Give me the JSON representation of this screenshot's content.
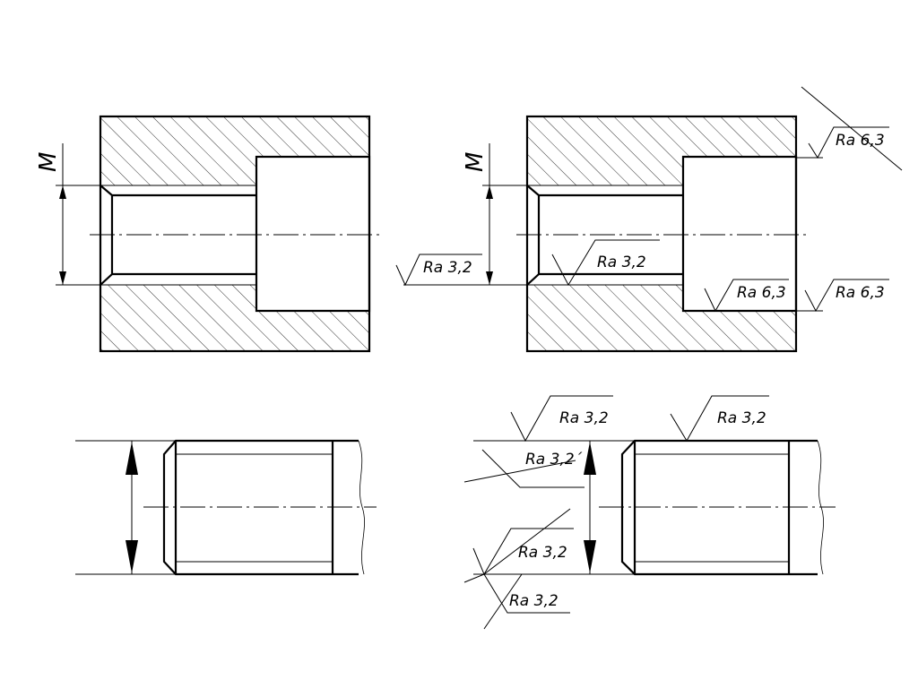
{
  "labels": {
    "thread_symbol": "M",
    "ra_3_2": "Ra 3,2",
    "ra_3_2_tick": "Ra 3,2´",
    "ra_6_3": "Ra 6,3"
  },
  "colors": {
    "ink": "#000000",
    "paper": "#ffffff"
  }
}
